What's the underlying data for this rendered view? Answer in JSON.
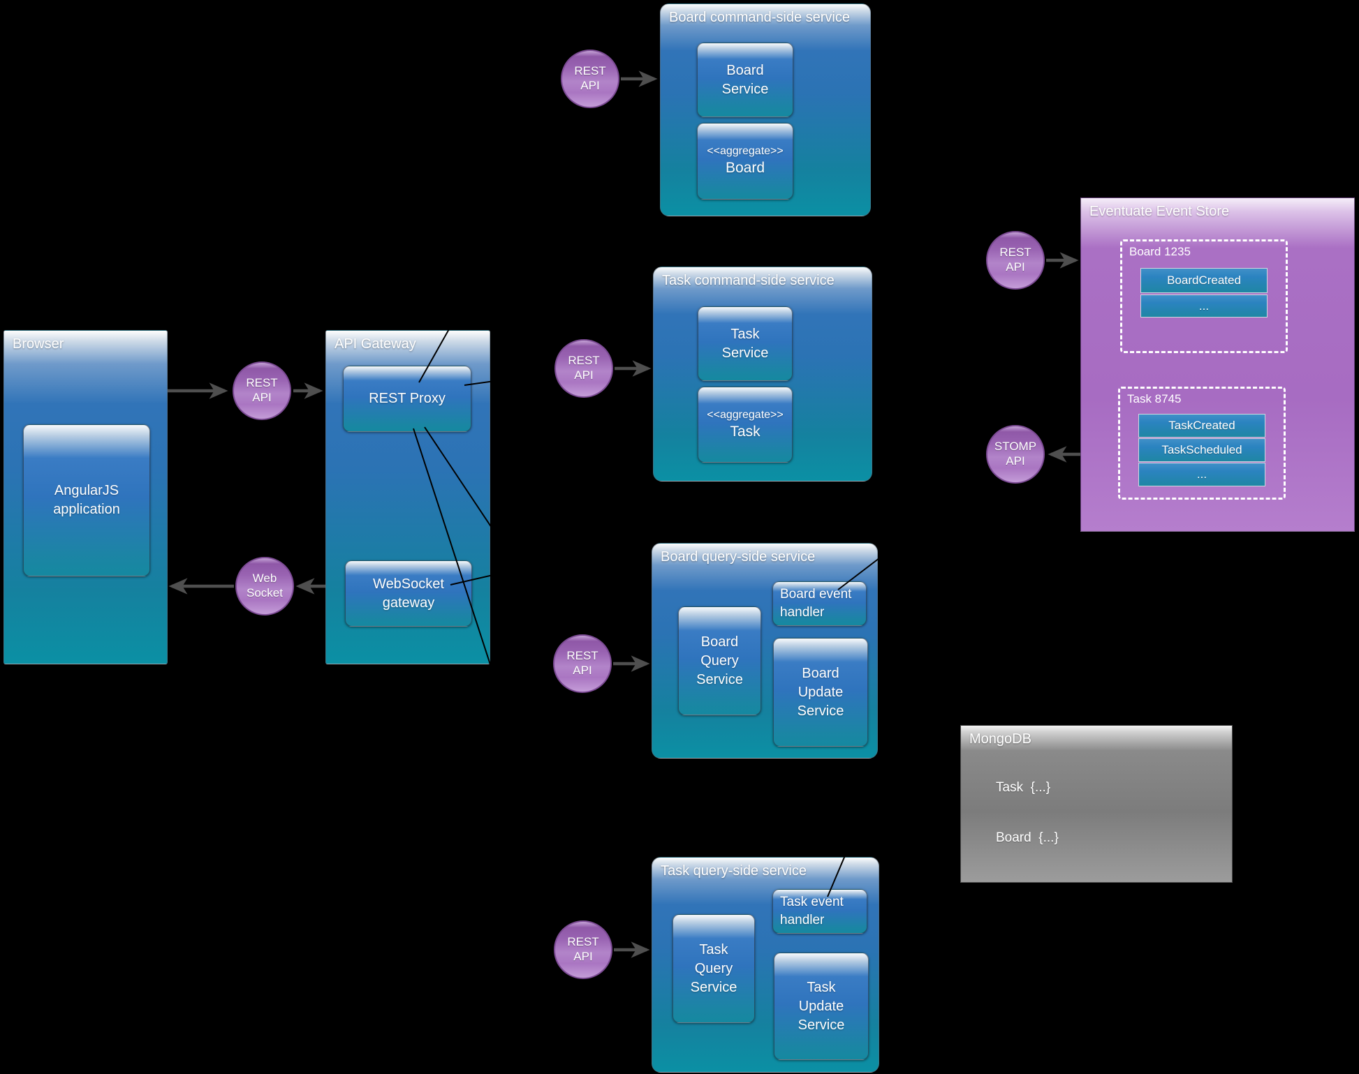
{
  "diagram": {
    "browser": {
      "title": "Browser",
      "app": "AngularJS\napplication"
    },
    "api_gateway": {
      "title": "API Gateway",
      "rest_proxy": "REST Proxy",
      "websocket_gateway": "WebSocket\ngateway"
    },
    "board_command_service": {
      "title": "Board command-side service",
      "service": "Board\nService",
      "aggregate_stereotype": "<<aggregate>>",
      "aggregate_name": "Board"
    },
    "task_command_service": {
      "title": "Task command-side service",
      "service": "Task\nService",
      "aggregate_stereotype": "<<aggregate>>",
      "aggregate_name": "Task"
    },
    "board_query_service": {
      "title": "Board query-side service",
      "query_service": "Board\nQuery\nService",
      "event_handler": "Board event\nhandler",
      "update_service": "Board\nUpdate\nService"
    },
    "task_query_service": {
      "title": "Task query-side service",
      "query_service": "Task\nQuery\nService",
      "event_handler": "Task event\nhandler",
      "update_service": "Task\nUpdate\nService"
    },
    "event_store": {
      "title": "Eventuate Event Store",
      "board_stream": {
        "label": "Board 1235",
        "events": [
          "BoardCreated",
          "..."
        ]
      },
      "task_stream": {
        "label": "Task 8745",
        "events": [
          "TaskCreated",
          "TaskScheduled",
          "..."
        ]
      }
    },
    "mongodb": {
      "title": "MongoDB",
      "documents": [
        "Task  {...}",
        "Board  {...}"
      ]
    },
    "connectors": {
      "rest_api_browser_gateway": "REST\nAPI",
      "rest_api_board_command": "REST\nAPI",
      "rest_api_task_command": "REST\nAPI",
      "rest_api_board_query": "REST\nAPI",
      "rest_api_task_query": "REST\nAPI",
      "rest_api_event_store": "REST\nAPI",
      "stomp_api": "STOMP\nAPI",
      "web_socket": "Web\nSocket"
    },
    "colors": {
      "background": "#000000",
      "panel_blue_top": "#3174b8",
      "panel_teal_bottom": "#0b90a4",
      "event_store_purple": "#a76cc2",
      "circle_purple": "#aa76c2",
      "mongodb_gray": "#7c7c7c",
      "arrow_gray": "#4f4f4f",
      "connector_black": "#000000"
    }
  }
}
